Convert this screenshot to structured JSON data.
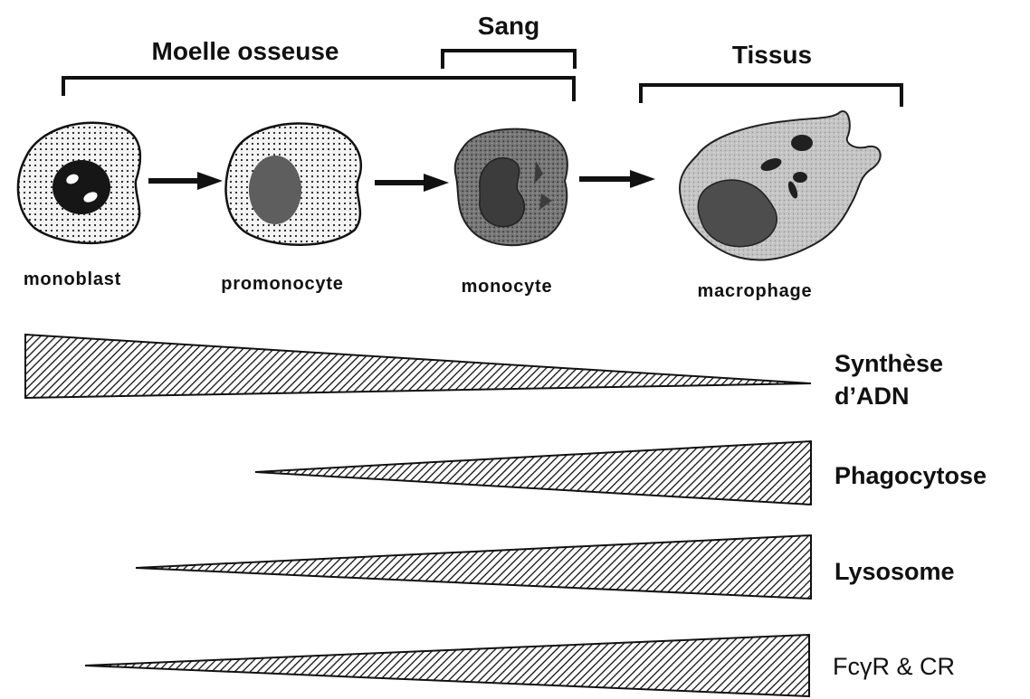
{
  "regions": {
    "bone_marrow": "Moelle osseuse",
    "blood": "Sang",
    "tissue": "Tissus"
  },
  "cells": {
    "monoblast": "monoblast",
    "promonocyte": "promonocyte",
    "monocyte": "monocyte",
    "macrophage": "macrophage"
  },
  "properties": {
    "dna_synthesis": {
      "line1": "Synthèse",
      "line2": "d’ADN",
      "trend": "decreasing"
    },
    "phagocytosis": {
      "label": "Phagocytose",
      "trend": "increasing"
    },
    "lysosome": {
      "label": "Lysosome",
      "trend": "increasing"
    },
    "receptors": {
      "prefix": "Fc",
      "greek": "γ",
      "suffix": "R & CR",
      "trend": "increasing"
    }
  },
  "colors": {
    "ink": "#111111",
    "cell_fill": "#f2f2f2",
    "monocyte_fill": "#6e6e6e",
    "macrophage_fill": "#bdbdbd",
    "nucleus_dark": "#1a1a1a",
    "nucleus_mid": "#5c5c5c"
  }
}
